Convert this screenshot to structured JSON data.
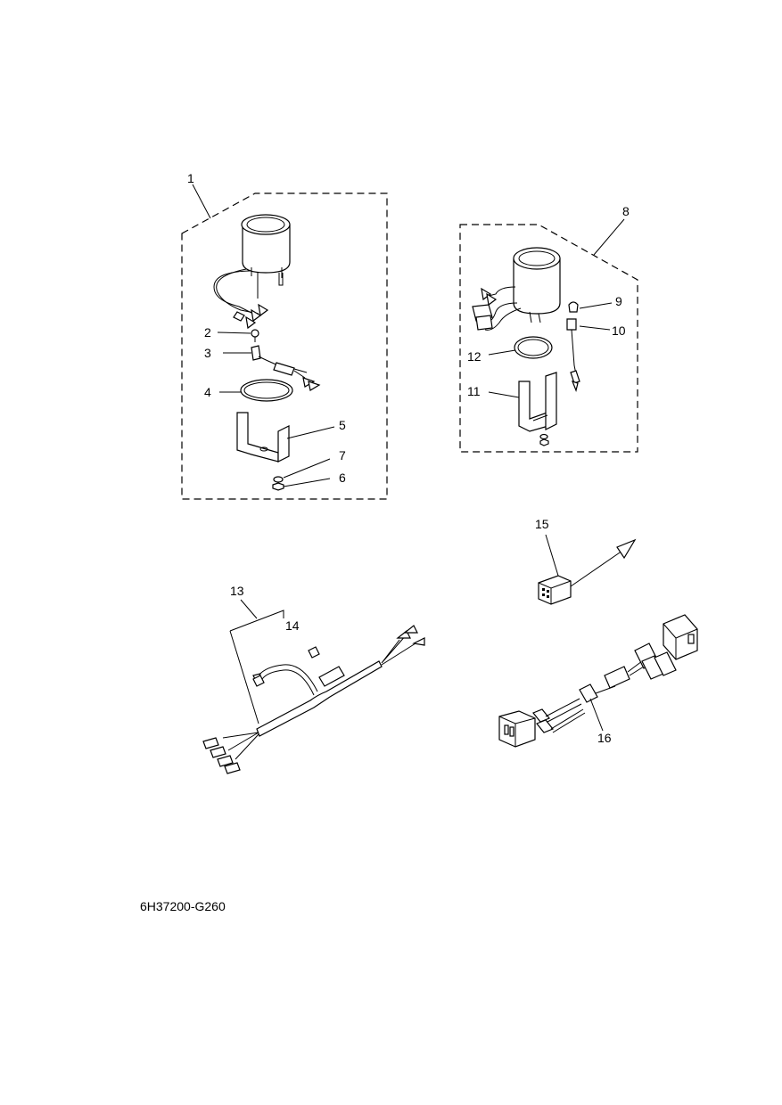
{
  "diagram": {
    "labels": {
      "p1": "1",
      "p2": "2",
      "p3": "3",
      "p4": "4",
      "p5": "5",
      "p6": "6",
      "p7": "7",
      "p8": "8",
      "p9": "9",
      "p10": "10",
      "p11": "11",
      "p12": "12",
      "p13": "13",
      "p14": "14",
      "p15": "15",
      "p16": "16"
    },
    "figure_code": "6H37200-G260"
  }
}
